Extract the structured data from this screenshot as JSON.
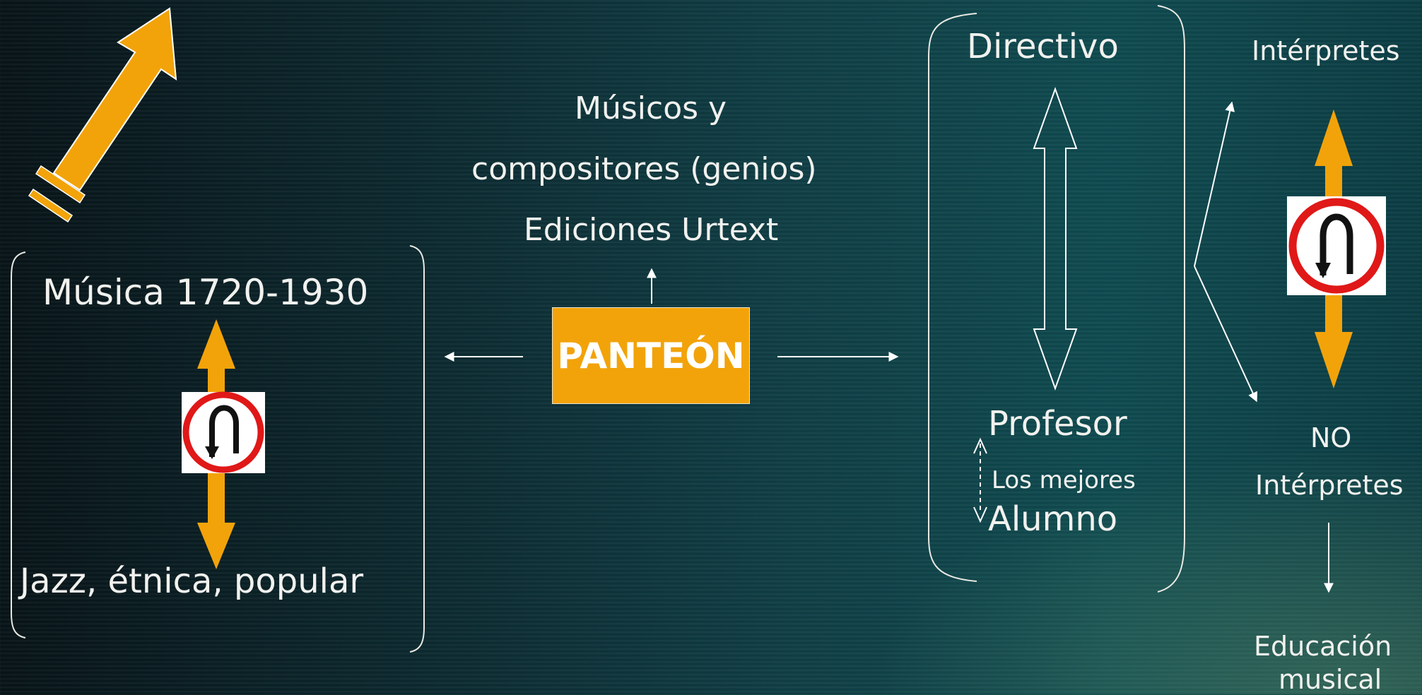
{
  "colors": {
    "accent": "#f2a30a",
    "text": "#f1f1ee",
    "sign_red": "#e01818"
  },
  "left_group": {
    "top_label": "Música 1720-1930",
    "bottom_label": "Jazz, étnica, popular"
  },
  "center": {
    "line1": "Músicos y",
    "line2": "compositores (genios)",
    "line3": "Ediciones Urtext",
    "box_label": "PANTEÓN"
  },
  "right_group": {
    "top_label": "Directivo",
    "teacher": "Profesor",
    "best": "Los mejores",
    "student": "Alumno"
  },
  "far_right": {
    "top_label": "Intérpretes",
    "no_line1": "NO",
    "no_line2": "Intérpretes",
    "bottom_line1": "Educación",
    "bottom_line2": "musical"
  },
  "icons": [
    "big-diagonal-arrow-icon",
    "no-u-turn-sign-icon",
    "double-headed-arrow-icon"
  ]
}
